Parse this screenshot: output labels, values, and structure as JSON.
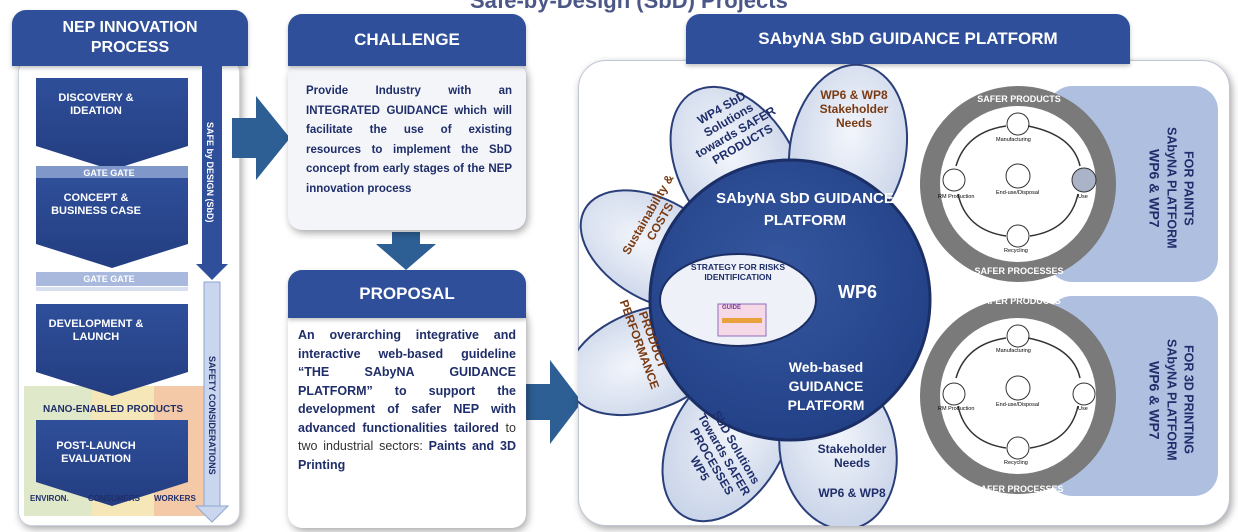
{
  "header": {
    "title_fragment": "Safe-by-Design (SbD) Projects"
  },
  "nep": {
    "title": "NEP INNOVATION PROCESS",
    "stages": [
      "DISCOVERY & IDEATION",
      "CONCEPT & BUSINESS CASE",
      "DEVELOPMENT & LAUNCH",
      "POST-LAUNCH EVALUATION"
    ],
    "gates": [
      "GATE GATE",
      "GATE GATE"
    ],
    "sbd_label": "SAFE by DESIGN (SbD)",
    "safety_label": "SAFETY CONSIDERATIONS",
    "products_label": "NANO-ENABLED PRODUCTS",
    "bottom_labels": [
      "ENVIRON.",
      "CONSUMERS",
      "WORKERS"
    ]
  },
  "challenge": {
    "title": "CHALLENGE",
    "text": "Provide Industry with an INTEGRATED GUIDANCE which will facilitate the use of existing resources to implement the SbD concept from early stages of the NEP innovation process"
  },
  "proposal": {
    "title": "PROPOSAL",
    "text_parts": {
      "p1": "An overarching integrative and interactive web-based guideline “THE SAbyNA GUIDANCE PLATFORM” to support the development of safer NEP",
      "p2": " with advanced functionalities tailored",
      "p3": " to two industrial sectors: ",
      "p4": "Paints and 3D Printing"
    }
  },
  "platform": {
    "title": "SAbyNA SbD GUIDANCE PLATFORM",
    "center_top": "SAbyNA SbD GUIDANCE PLATFORM",
    "center_wp": "WP6",
    "center_bottom": "Web-based GUIDANCE PLATFORM",
    "strategy": "STRATEGY FOR RISKS IDENTIFICATION",
    "strategy_img_label": "GUIDE",
    "petals": {
      "wp4": "WP4 SbD Solutions towards SAFER PRODUCTS",
      "stake_top": "WP6 & WP8 Stakeholder Needs",
      "sustain": "Sustainability & COSTS",
      "perf": "PRODUCT PERFORMANCE",
      "wp5": "SbD Solutions Towards SAFER PROCESSES WP5",
      "stake_bottom_1": "Stakeholder Needs",
      "stake_bottom_2": "WP6 & WP8"
    },
    "cycles": [
      {
        "top": "SAFER PRODUCTS",
        "bottom": "SAFER PROCESSES",
        "nodes": [
          "Manufacturing",
          "Use",
          "Recycling",
          "RM Production"
        ],
        "center": "End-use/Disposal"
      },
      {
        "top": "SAFER PRODUCTS",
        "bottom": "SAFER PROCESSES",
        "nodes": [
          "Manufacturing",
          "Use",
          "Recycling",
          "RM Production"
        ],
        "center": "End-use/Disposal"
      }
    ],
    "side_tabs": [
      {
        "line1": "WP6 & WP7",
        "line2": "SAbyNA PLATFORM",
        "line3": "FOR PAINTS"
      },
      {
        "line1": "WP6 & WP7",
        "line2": "SAbyNA PLATFORM",
        "line3": "FOR 3D PRINTING"
      }
    ]
  },
  "colors": {
    "navy": "#2f4f9a",
    "dark_navy": "#1f3b7a",
    "brown": "#7a3a12",
    "arrow": "#2d5f94"
  }
}
